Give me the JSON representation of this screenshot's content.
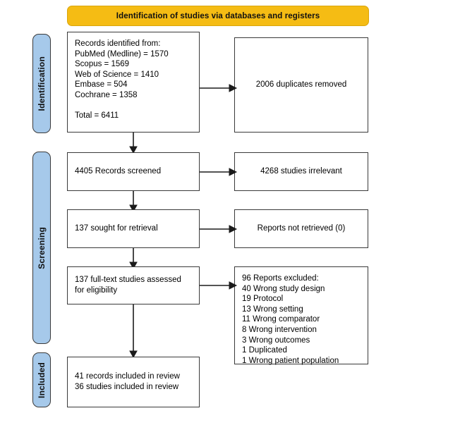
{
  "diagram": {
    "type": "prisma-flow-diagram",
    "banner": {
      "label": "Identification of studies via databases and registers",
      "color": "#f5bc14"
    },
    "phases": [
      {
        "id": "identification",
        "label": "Identification",
        "color": "#a6c9ea"
      },
      {
        "id": "screening",
        "label": "Screening",
        "color": "#a6c9ea"
      },
      {
        "id": "included",
        "label": "Included",
        "color": "#a6c9ea"
      }
    ],
    "boxes": {
      "records_identified": "Records identified from:\n    PubMed (Medline) = 1570\n    Scopus = 1569\n    Web of Science = 1410\n    Embase = 504\n    Cochrane = 1358\n\n    Total = 6411",
      "duplicates_removed": "2006 duplicates removed",
      "records_screened": "4405 Records screened",
      "studies_irrelevant": "4268 studies irrelevant",
      "sought_for_retrieval": "137 sought for retrieval",
      "reports_not_retrieved": "Reports not retrieved (0)",
      "fulltext_assessed": "137 full-text studies assessed for eligibility",
      "reports_excluded": "96 Reports excluded:\n    40 Wrong study design\n    19 Protocol\n    13 Wrong setting\n    11 Wrong comparator\n    8 Wrong intervention\n    3 Wrong outcomes\n    1 Duplicated\n    1 Wrong patient population",
      "included_in_review": "41 records included in review\n36 studies included in review"
    },
    "counts": {
      "pubmed_medline": 1570,
      "scopus": 1569,
      "web_of_science": 1410,
      "embase": 504,
      "cochrane": 1358,
      "total_identified": 6411,
      "duplicates_removed": 2006,
      "records_screened": 4405,
      "studies_irrelevant": 4268,
      "sought_for_retrieval": 137,
      "reports_not_retrieved": 0,
      "fulltext_assessed": 137,
      "reports_excluded": 96,
      "excluded_wrong_study_design": 40,
      "excluded_protocol": 19,
      "excluded_wrong_setting": 13,
      "excluded_wrong_comparator": 11,
      "excluded_wrong_intervention": 8,
      "excluded_wrong_outcomes": 3,
      "excluded_duplicated": 1,
      "excluded_wrong_patient_population": 1,
      "records_included": 41,
      "studies_included": 36
    }
  }
}
